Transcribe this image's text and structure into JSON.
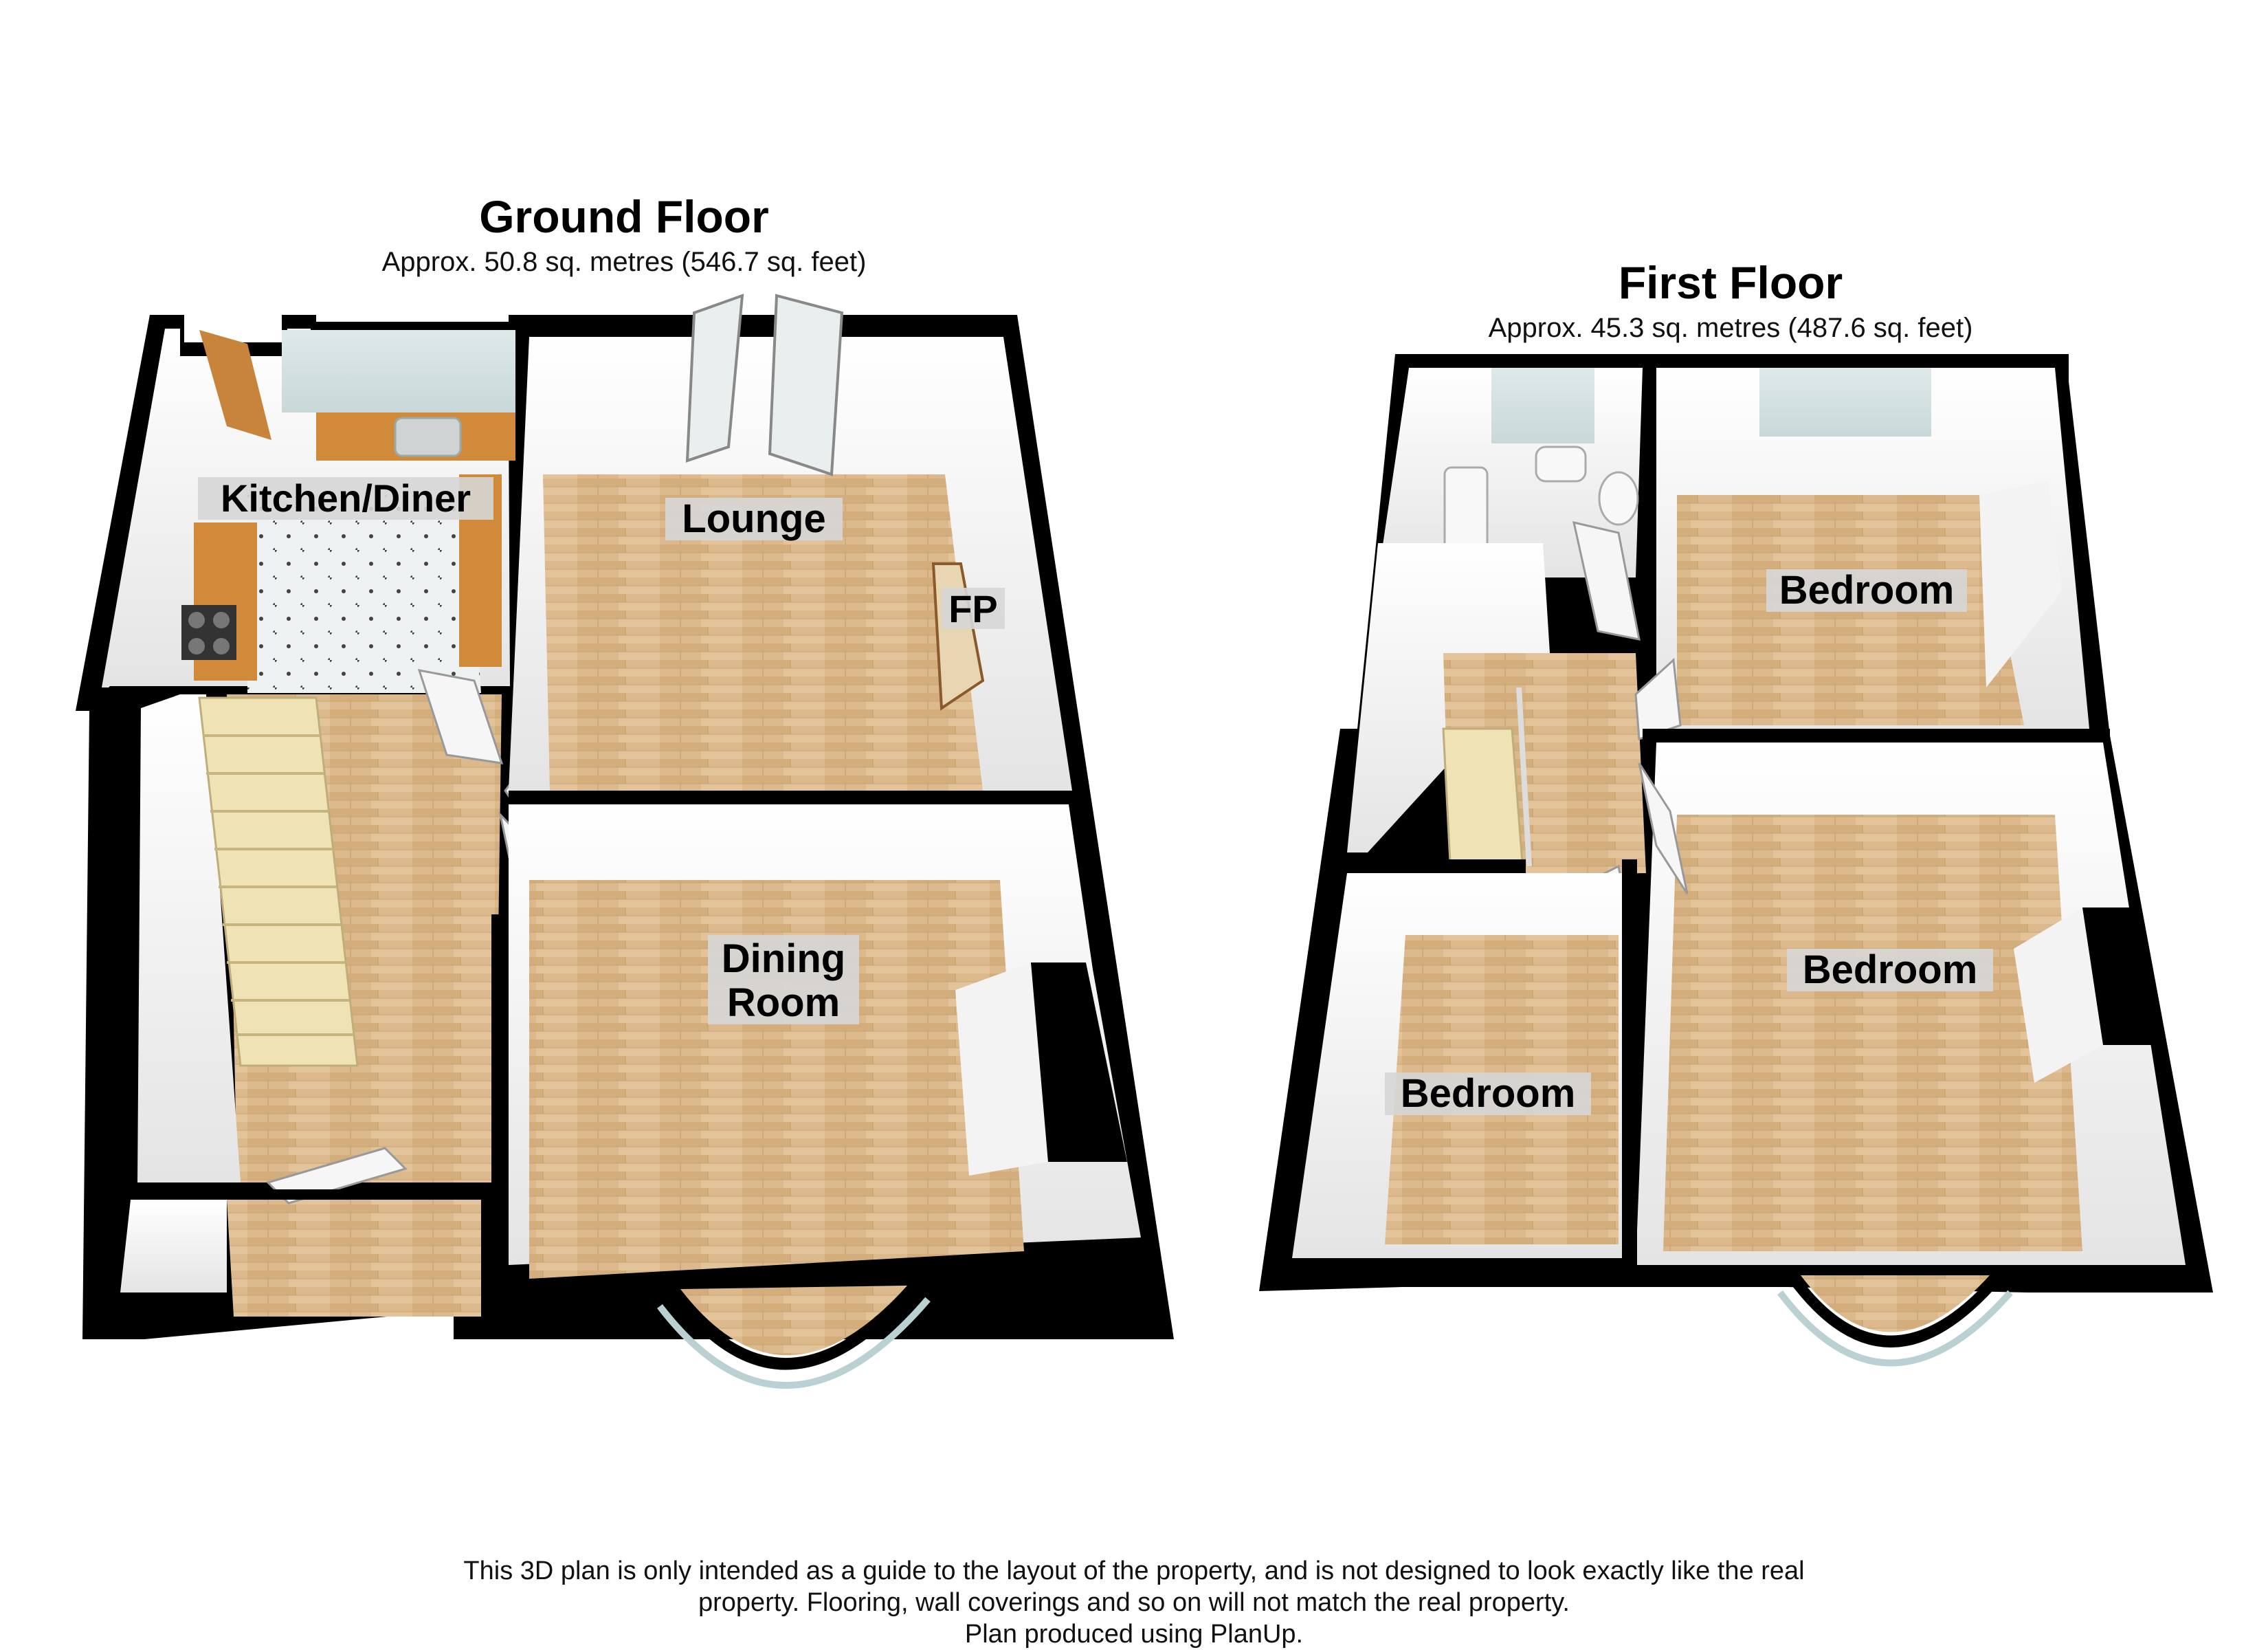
{
  "ground_floor": {
    "title": "Ground Floor",
    "area": "Approx. 50.8 sq. metres (546.7 sq. feet)",
    "rooms": {
      "kitchen": "Kitchen/Diner",
      "lounge": "Lounge",
      "fireplace": "FP",
      "dining_line1": "Dining",
      "dining_line2": "Room"
    }
  },
  "first_floor": {
    "title": "First Floor",
    "area": "Approx. 45.3 sq. metres (487.6 sq. feet)",
    "rooms": {
      "bedroom_top_right": "Bedroom",
      "bedroom_large": "Bedroom",
      "bedroom_left": "Bedroom"
    }
  },
  "disclaimer": {
    "line1": "This 3D plan is only intended as a guide to the layout of the property, and is not designed to look exactly like the real",
    "line2": "property. Flooring, wall coverings and so on will not match the real property.",
    "line3": "Plan produced using PlanUp."
  },
  "colors": {
    "wood_floor": "#d9b78a",
    "wall_black": "#000000",
    "wall_face": "#f2f2f2",
    "tile_floor": "#e9ecec",
    "worktop": "#d08a3a",
    "label_bg": "#d6d6d6"
  }
}
